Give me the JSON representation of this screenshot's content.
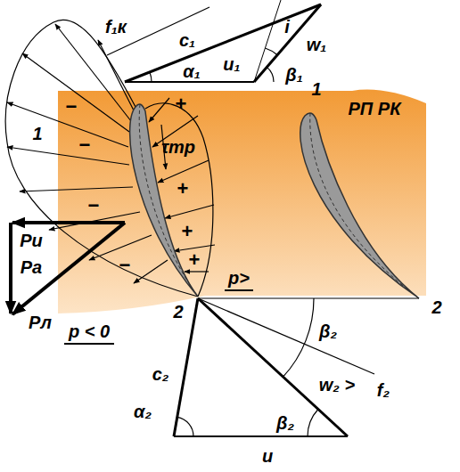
{
  "diagram": {
    "labels": [
      "f₁к",
      "c₁",
      "w₁",
      "i",
      "α₁",
      "u₁",
      "β₁",
      "1",
      "1",
      "РП РК",
      "−",
      "−",
      "−",
      "−",
      "+",
      "+",
      "+",
      "+",
      "τтр",
      "Pи",
      "Pа",
      "Pл",
      "p < 0",
      "p>",
      "2",
      "2",
      "β₂",
      "f₂",
      "c₂",
      "α₂",
      "β₂",
      "w₂ >",
      "u"
    ]
  }
}
